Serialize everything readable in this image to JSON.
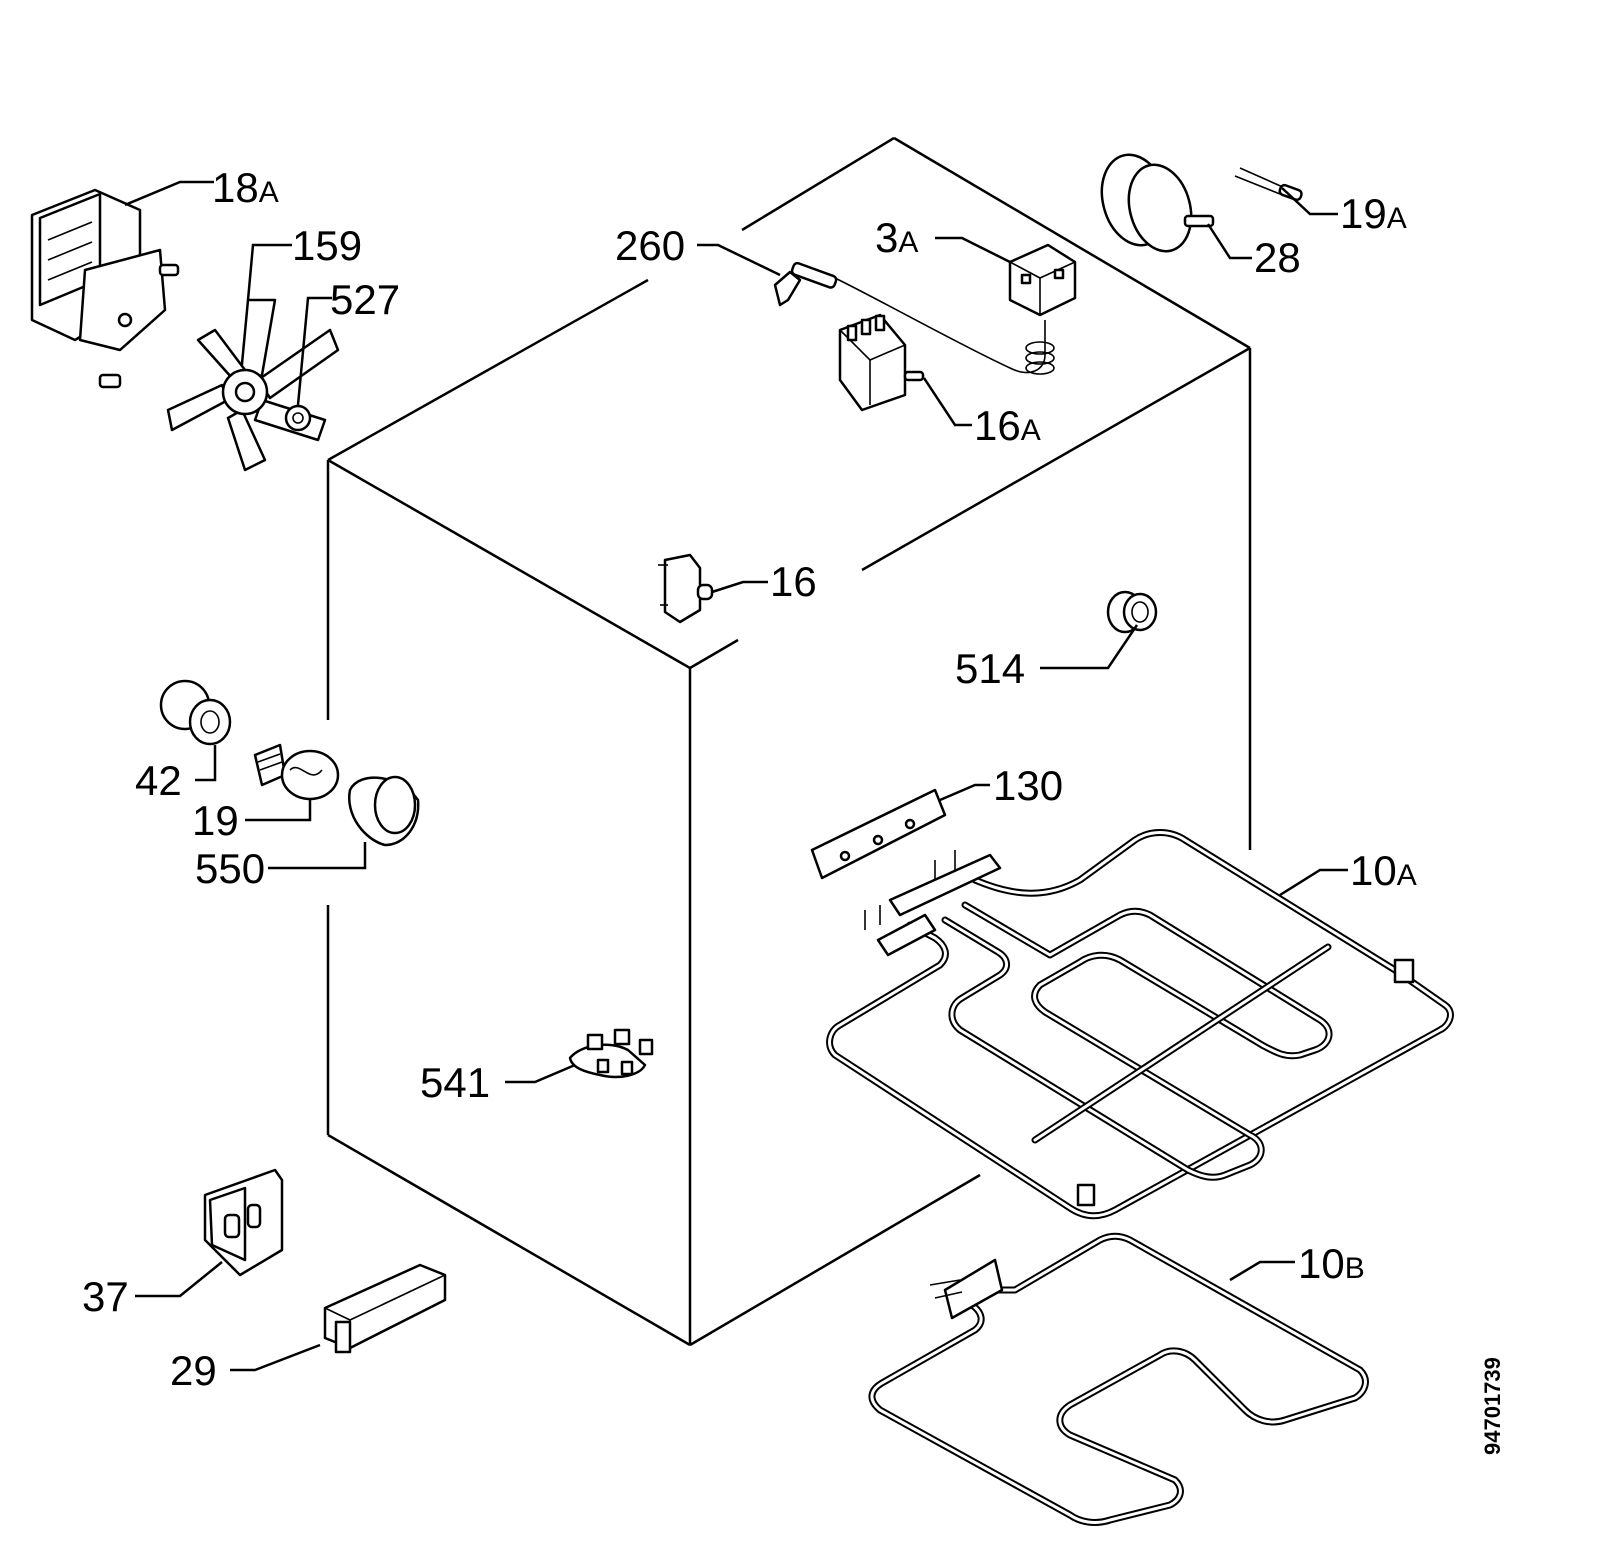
{
  "diagram": {
    "document_number": "94701739",
    "callouts": [
      {
        "id": "18A",
        "num": "18",
        "suffix": "A"
      },
      {
        "id": "159",
        "num": "159",
        "suffix": ""
      },
      {
        "id": "527",
        "num": "527",
        "suffix": ""
      },
      {
        "id": "260",
        "num": "260",
        "suffix": ""
      },
      {
        "id": "3A",
        "num": "3",
        "suffix": "A"
      },
      {
        "id": "19A",
        "num": "19",
        "suffix": "A"
      },
      {
        "id": "28",
        "num": "28",
        "suffix": ""
      },
      {
        "id": "16A",
        "num": "16",
        "suffix": "A"
      },
      {
        "id": "16",
        "num": "16",
        "suffix": ""
      },
      {
        "id": "514",
        "num": "514",
        "suffix": ""
      },
      {
        "id": "42",
        "num": "42",
        "suffix": ""
      },
      {
        "id": "19",
        "num": "19",
        "suffix": ""
      },
      {
        "id": "550",
        "num": "550",
        "suffix": ""
      },
      {
        "id": "130",
        "num": "130",
        "suffix": ""
      },
      {
        "id": "10A",
        "num": "10",
        "suffix": "A"
      },
      {
        "id": "541",
        "num": "541",
        "suffix": ""
      },
      {
        "id": "10B",
        "num": "10",
        "suffix": "B"
      },
      {
        "id": "37",
        "num": "37",
        "suffix": ""
      },
      {
        "id": "29",
        "num": "29",
        "suffix": ""
      }
    ]
  }
}
